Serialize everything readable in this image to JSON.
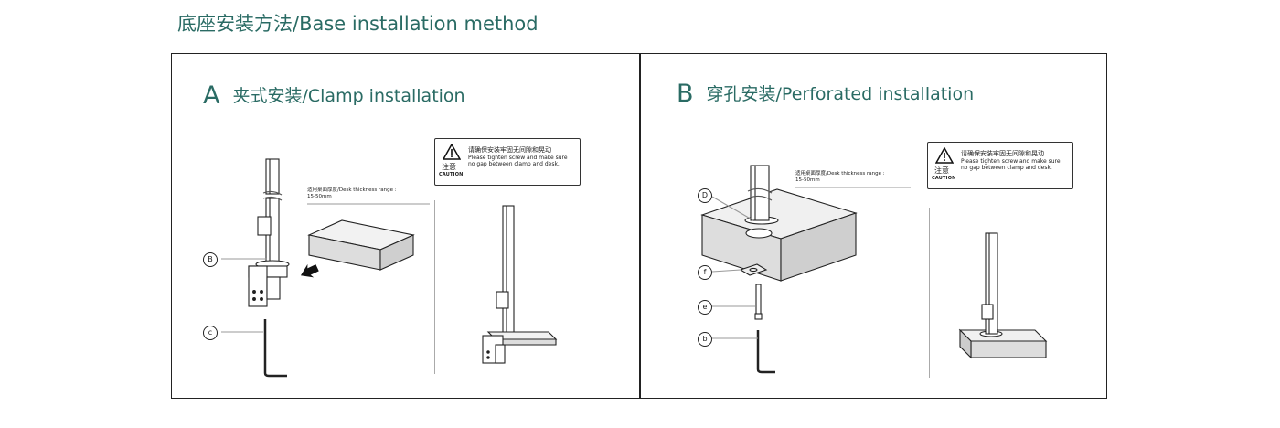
{
  "page_title": "底座安装方法/Base installation method",
  "panel_a": {
    "letter": "A",
    "label": "夹式安装/Clamp installation",
    "caution": {
      "zh_note": "注意",
      "caution_word": "CAUTION",
      "zh_msg": "请确保安装牢固无间隙和晃动",
      "en_msg_1": "Please tighten screw and make sure",
      "en_msg_2": "no gap between clamp and desk."
    },
    "thickness_1": "适用桌面厚度/Desk thickness range :",
    "thickness_2": "15-50mm",
    "callouts": {
      "b": "B",
      "c": "c"
    }
  },
  "panel_b": {
    "letter": "B",
    "label": "穿孔安装/Perforated installation",
    "caution": {
      "zh_note": "注意",
      "caution_word": "CAUTION",
      "zh_msg": "请确保安装牢固无间隙和晃动",
      "en_msg_1": "Please tighten screw and make sure",
      "en_msg_2": "no gap between clamp and desk."
    },
    "thickness_1": "适用桌面厚度/Desk thickness range :",
    "thickness_2": "15-50mm",
    "callouts": {
      "d": "D",
      "f": "f",
      "e": "e",
      "b": "b"
    }
  },
  "colors": {
    "accent": "#2a6b64",
    "line": "#222222"
  },
  "icons": [
    "warning-triangle-icon",
    "arrow-right-icon"
  ]
}
